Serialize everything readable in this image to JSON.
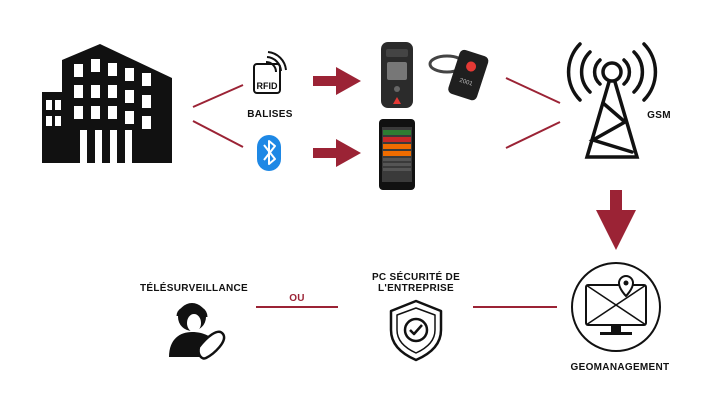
{
  "colors": {
    "accent": "#9b2335",
    "ink": "#111111",
    "bluetooth": "#1e88e5"
  },
  "labels": {
    "balises": "BALISES",
    "gsm": "GSM",
    "telesurveillance": "TÉLÉSURVEILLANCE",
    "ou": "OU",
    "pc_securite_line1": "PC SÉCURITÉ DE",
    "pc_securite_line2": "L'ENTREPRISE",
    "geomanagement": "GEOMANAGEMENT"
  },
  "rfid_text": "RFID",
  "fob_text": "2001",
  "icons": {
    "building": "building-icon",
    "rfid": "rfid-icon",
    "bluetooth": "bluetooth-icon",
    "device": "ptk-device-icon",
    "keyfob": "keyfob-icon",
    "smartphone": "smartphone-icon",
    "tower": "gsm-tower-icon",
    "geo": "geomanagement-monitor-icon",
    "shield": "security-shield-icon",
    "operator": "operator-icon"
  }
}
